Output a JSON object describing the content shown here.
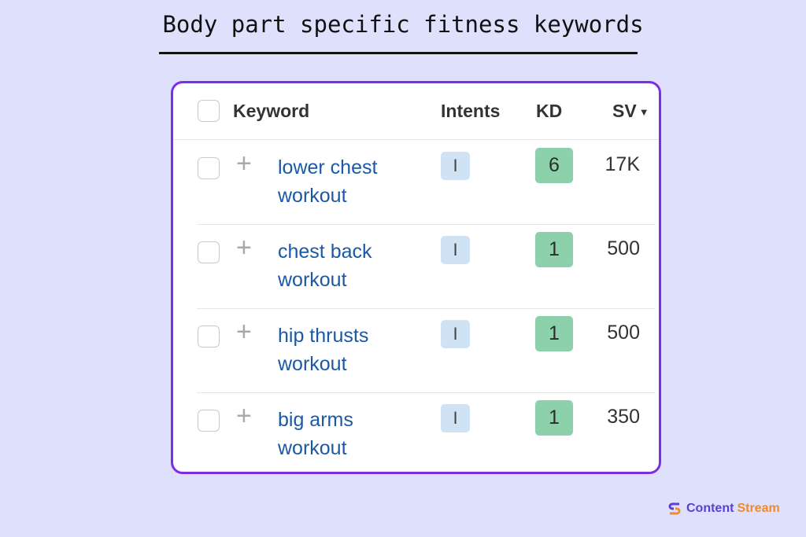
{
  "title": "Body part specific fitness keywords",
  "table": {
    "headers": {
      "keyword": "Keyword",
      "intents": "Intents",
      "kd": "KD",
      "sv": "SV"
    },
    "rows": [
      {
        "keyword": "lower chest workout",
        "intent": "I",
        "kd": "6",
        "sv": "17K"
      },
      {
        "keyword": "chest back workout",
        "intent": "I",
        "kd": "1",
        "sv": "500"
      },
      {
        "keyword": "hip thrusts workout",
        "intent": "I",
        "kd": "1",
        "sv": "500"
      },
      {
        "keyword": "big arms workout",
        "intent": "I",
        "kd": "1",
        "sv": "350"
      }
    ]
  },
  "logo": {
    "word1": "Content",
    "word2": "Stream",
    "color1": "#5a3fd6",
    "color2": "#f08a2e"
  },
  "colors": {
    "border": "#7b2ee8",
    "link": "#1b58a6",
    "kd_easy": "#8dd1ac",
    "intent": "#cfe3f5"
  }
}
